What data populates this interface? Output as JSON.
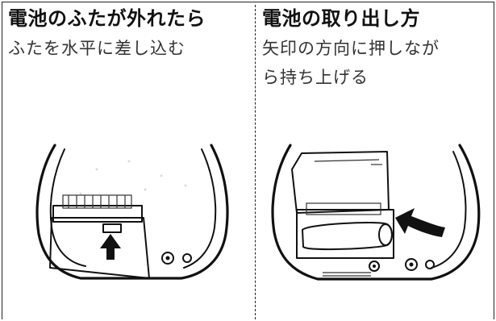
{
  "left_panel": {
    "title": "電池のふたが外れたら",
    "instruction": "ふたを水平に差し込む",
    "illustration_icon": "battery-cover-insert-illustration",
    "arrow_icon": "up-arrow-icon"
  },
  "right_panel": {
    "title": "電池の取り出し方",
    "instruction_line1": "矢印の方向に押しなが",
    "instruction_line2": "ら持ち上げる",
    "illustration_icon": "battery-removal-illustration",
    "arrow_icon": "curved-push-arrow-icon"
  }
}
